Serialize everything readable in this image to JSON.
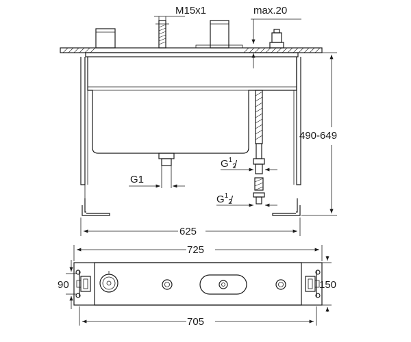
{
  "labels": {
    "thread": "M15x1",
    "max_depth": "max.20",
    "height_range": "490-649",
    "outlet_g1": "G1",
    "conn_upper_main": "G",
    "conn_upper_sup": "1",
    "conn_upper_sub": "2",
    "conn_lower_main": "G",
    "conn_lower_sup": "1",
    "conn_lower_sub": "2",
    "width_625": "625",
    "width_725": "725",
    "width_705": "705",
    "height_90": "90",
    "height_150": "150"
  }
}
